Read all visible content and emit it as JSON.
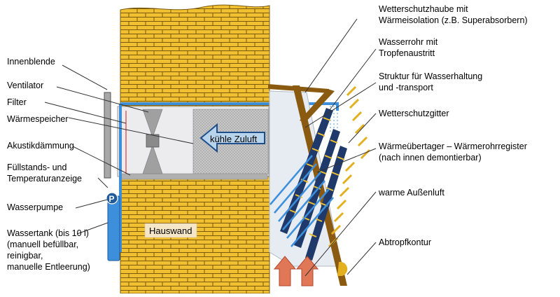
{
  "labels_left": {
    "innenblende": "Innenblende",
    "ventilator": "Ventilator",
    "filter": "Filter",
    "waermespeicher": "Wärmespeicher",
    "akustikdaemmung": "Akustikdämmung",
    "fuellstand_1": "Füllstands- und",
    "fuellstand_2": "Temperaturanzeige",
    "wasserpumpe": "Wasserpumpe",
    "wassertank_1": "Wassertank (bis 10 l)",
    "wassertank_2": "(manuell befüllbar,",
    "wassertank_3": "reinigbar,",
    "wassertank_4": "manuelle Entleerung)"
  },
  "labels_right": {
    "haube_1": "Wetterschutzhaube mit",
    "haube_2": "Wärmeisolation (z.B. Superabsorbern)",
    "rohr_1": "Wasserrohr mit",
    "rohr_2": "Tropfenaustritt",
    "struktur_1": "Struktur für Wasserhaltung",
    "struktur_2": "und -transport",
    "gitter": "Wetterschutzgitter",
    "waermeuebertrager_1": "Wärmeübertager – Wärmerohrregister",
    "waermeuebertrager_2": "(nach innen demontierbar)",
    "aussenluft": "warme Außenluft",
    "abtropf": "Abtropfkontur"
  },
  "center": {
    "kuehle_zuluft": "kühle Zuluft",
    "hauswand": "Hauswand",
    "pump_symbol": "P"
  },
  "colors": {
    "brick": "#f0c030",
    "mortar": "#7a5a10",
    "pipe_blue": "#3d8fdc",
    "dark_navy": "#1f3a6a",
    "frame_brown": "#8a5a10",
    "arrow_red": "#e07858",
    "tank_blue": "#3d8fdc"
  }
}
